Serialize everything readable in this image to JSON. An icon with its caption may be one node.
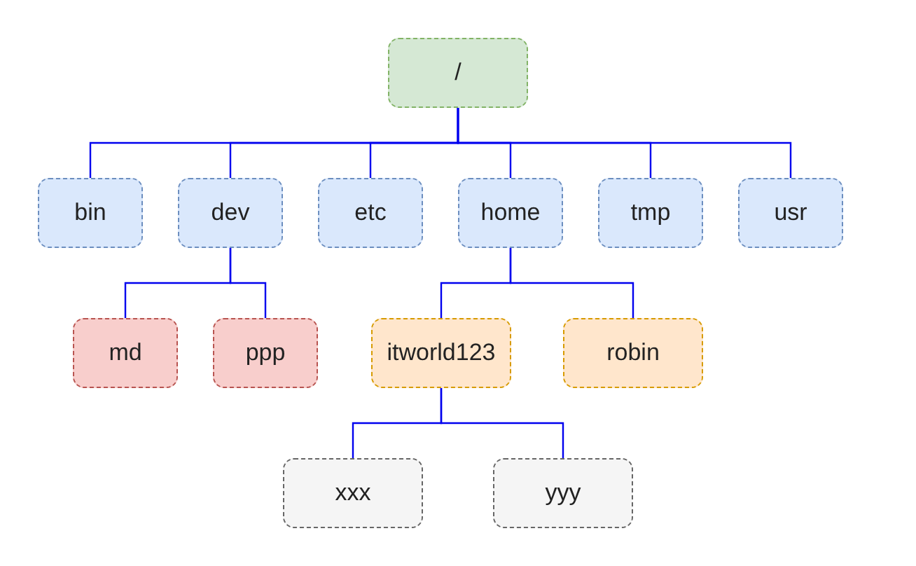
{
  "diagram": {
    "nodes": [
      {
        "text": [
          "/"
        ]
      },
      {
        "text": [
          "bin"
        ]
      },
      {
        "text": [
          "dev"
        ]
      },
      {
        "text": [
          "etc"
        ]
      },
      {
        "text": [
          "home"
        ]
      },
      {
        "text": [
          "tmp"
        ]
      },
      {
        "text": [
          "usr"
        ]
      },
      {
        "text": [
          "md"
        ]
      },
      {
        "text": [
          "ppp"
        ]
      },
      {
        "text": [
          "itworld123"
        ]
      },
      {
        "text": [
          "robin"
        ]
      },
      {
        "text": [
          "xxx"
        ]
      },
      {
        "text": [
          "yyy"
        ]
      }
    ],
    "edges": [
      {
        "from": 0,
        "to": 1,
        "arrow": "none"
      },
      {
        "from": 0,
        "to": 2,
        "arrow": "none"
      },
      {
        "from": 0,
        "to": 3,
        "arrow": "none"
      },
      {
        "from": 0,
        "to": 4,
        "arrow": "none"
      },
      {
        "from": 0,
        "to": 5,
        "arrow": "none"
      },
      {
        "from": 0,
        "to": 6,
        "arrow": "none"
      },
      {
        "from": 2,
        "to": 7,
        "arrow": "none"
      },
      {
        "from": 2,
        "to": 8,
        "arrow": "none"
      },
      {
        "from": 4,
        "to": 9,
        "arrow": "none"
      },
      {
        "from": 4,
        "to": 10,
        "arrow": "none"
      },
      {
        "from": 9,
        "to": 11,
        "arrow": "none"
      },
      {
        "from": 9,
        "to": 12,
        "arrow": "none"
      }
    ]
  }
}
